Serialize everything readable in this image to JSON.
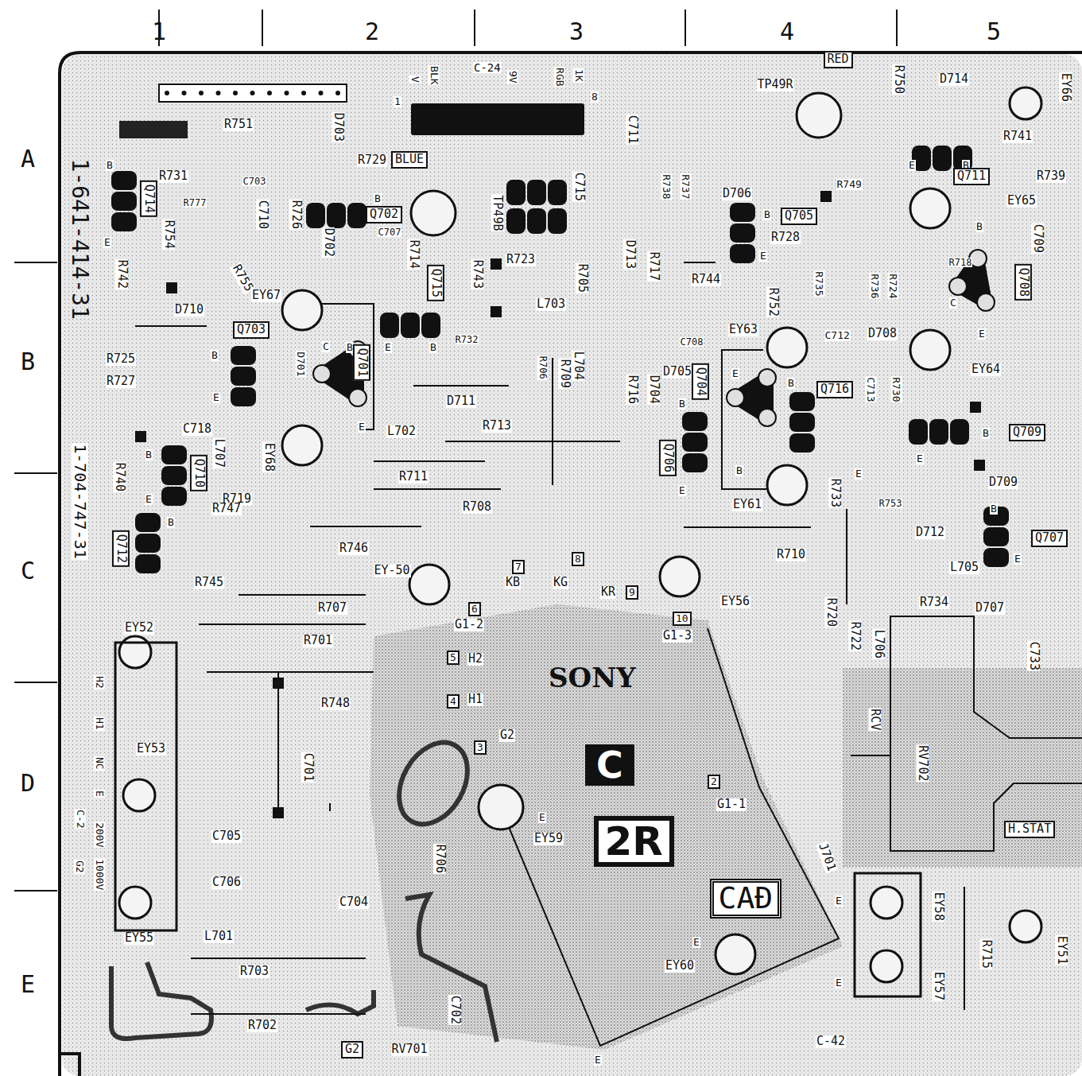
{
  "diagram": {
    "nodes": [
      {
        "text": [
          "BLUE"
        ]
      },
      {
        "text": [
          "RED"
        ]
      },
      {
        "text": [
          "Q702"
        ]
      },
      {
        "text": [
          "Q715"
        ]
      },
      {
        "text": [
          "Q705"
        ]
      },
      {
        "text": [
          "Q711"
        ]
      },
      {
        "text": [
          "Q714"
        ]
      },
      {
        "text": [
          "Q703"
        ]
      },
      {
        "text": [
          "Q701"
        ]
      },
      {
        "text": [
          "Q716"
        ]
      },
      {
        "text": [
          "Q704"
        ]
      },
      {
        "text": [
          "Q706"
        ]
      },
      {
        "text": [
          "Q708"
        ]
      },
      {
        "text": [
          "Q709"
        ]
      },
      {
        "text": [
          "Q707"
        ]
      },
      {
        "text": [
          "Q710"
        ]
      },
      {
        "text": [
          "Q712"
        ]
      },
      {
        "text": [
          "7"
        ]
      },
      {
        "text": [
          "8"
        ]
      },
      {
        "text": [
          "9"
        ]
      },
      {
        "text": [
          "6"
        ]
      },
      {
        "text": [
          "10"
        ]
      },
      {
        "text": [
          "5"
        ]
      },
      {
        "text": [
          "4"
        ]
      },
      {
        "text": [
          "3"
        ]
      },
      {
        "text": [
          "2"
        ]
      },
      {
        "text": [
          "G2"
        ]
      },
      {
        "text": [
          "H.STAT"
        ]
      },
      {
        "text": [
          "C"
        ]
      },
      {
        "text": [
          "2R"
        ]
      },
      {
        "text": [
          "CAĐ"
        ]
      }
    ],
    "labels": [
      "1",
      "2",
      "3",
      "4",
      "5",
      "A",
      "B",
      "C",
      "D",
      "E",
      "1-641-414-31",
      "1-704-747-31",
      "BLK",
      "V",
      "C-24",
      "9V",
      "RGB",
      "1K",
      "8",
      "1",
      "R751",
      "R731",
      "C703",
      "R777",
      "R754",
      "C710",
      "R726",
      "D703",
      "R729",
      "D702",
      "C707",
      "R714",
      "R742",
      "R755",
      "D710",
      "EY67",
      "R743",
      "R723",
      "R705",
      "TP49B",
      "C715",
      "C711",
      "R738",
      "R737",
      "D713",
      "R717",
      "D706",
      "L703",
      "R744",
      "R728",
      "R752",
      "R735",
      "R736",
      "R724",
      "R749",
      "TP49R",
      "R750",
      "D714",
      "EY66",
      "R741",
      "R739",
      "EY65",
      "C709",
      "R718",
      "C712",
      "D708",
      "EY64",
      "C713",
      "R730",
      "R725",
      "R727",
      "C718",
      "R740",
      "L707",
      "EY68",
      "R719",
      "L702",
      "D711",
      "R713",
      "R711",
      "D701",
      "R732",
      "R706",
      "L704",
      "R709",
      "R716",
      "D704",
      "C708",
      "D705",
      "EY63",
      "EY61",
      "R733",
      "R753",
      "D712",
      "D709",
      "L705",
      "R734",
      "D707",
      "C733",
      "R710",
      "R720",
      "R722",
      "L706",
      "RCV",
      "RV702",
      "R708",
      "R747",
      "R746",
      "R745",
      "EY-50",
      "KB",
      "KG",
      "KR",
      "G1-2",
      "EY56",
      "G1-3",
      "R707",
      "R701",
      "H2",
      "H1",
      "SONY",
      "R748",
      "C701",
      "G2",
      "G1-1",
      "EY59",
      "E",
      "J701",
      "R706",
      "C705",
      "C706",
      "C704",
      "L701",
      "R703",
      "R702",
      "RV701",
      "C702",
      "EY52",
      "EY53",
      "EY55",
      "H2",
      "H1",
      "NC",
      "E",
      "C-2",
      "200V",
      "G2",
      "1000V",
      "EY60",
      "E",
      "E",
      "E",
      "E",
      "EY58",
      "EY57",
      "R715",
      "EY51",
      "C-42",
      "B",
      "E",
      "B",
      "B",
      "E",
      "C",
      "B",
      "E",
      "E",
      "B",
      "B",
      "E",
      "E",
      "B",
      "B",
      "C",
      "E",
      "E",
      "B",
      "B",
      "B",
      "E",
      "E",
      "B",
      "E",
      "B",
      "E",
      "B",
      "E",
      "B"
    ]
  }
}
